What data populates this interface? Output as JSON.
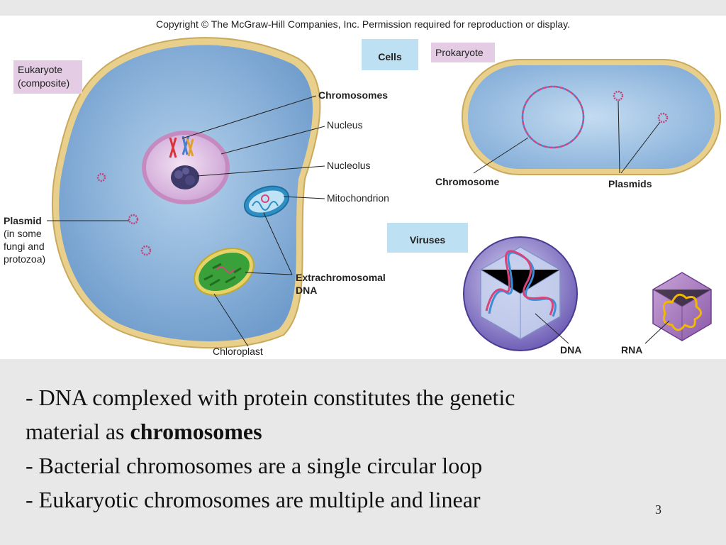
{
  "figure": {
    "copyright": "Copyright © The McGraw-Hill Companies, Inc. Permission required for reproduction or display.",
    "headings": {
      "cells": "Cells",
      "viruses": "Viruses"
    },
    "eukaryote": {
      "tag_line1": "Eukaryote",
      "tag_line2": "(composite)",
      "labels": {
        "chromosomes": "Chromosomes",
        "nucleus": "Nucleus",
        "nucleolus": "Nucleolus",
        "mitochondrion": "Mitochondrion",
        "plasmid": "Plasmid",
        "plasmid_note": [
          "(in some",
          "fungi and",
          "protozoa)"
        ],
        "extrachromosomal_line1": "Extrachromosomal",
        "extrachromosomal_line2": "DNA",
        "chloroplast": "Chloroplast"
      }
    },
    "prokaryote": {
      "tag": "Prokaryote",
      "labels": {
        "chromosome": "Chromosome",
        "plasmids": "Plasmids"
      }
    },
    "viruses": {
      "labels": {
        "dna": "DNA",
        "rna": "RNA"
      }
    },
    "colors": {
      "cell_fill": "#8fb6d9",
      "cell_wall": "#e9cf8c",
      "nucleus": "#d7b7dc",
      "dna_pink": "#d8437a",
      "dna_blue": "#3c8fd6",
      "tag_bg": "#e4cce4",
      "heading_bg": "#bde1f2",
      "virus_purple": "#8a7ac8",
      "rna_yellow": "#f0b800"
    }
  },
  "bullets": {
    "line1_dash": "-",
    "line1_text": " DNA complexed with protein constitutes the  genetic",
    "line2_pre": "material as ",
    "line2_bold": "chromosomes",
    "line3": "- Bacterial chromosomes are a single circular loop",
    "line4": "- Eukaryotic chromosomes are multiple and linear"
  },
  "slide_number": "3"
}
